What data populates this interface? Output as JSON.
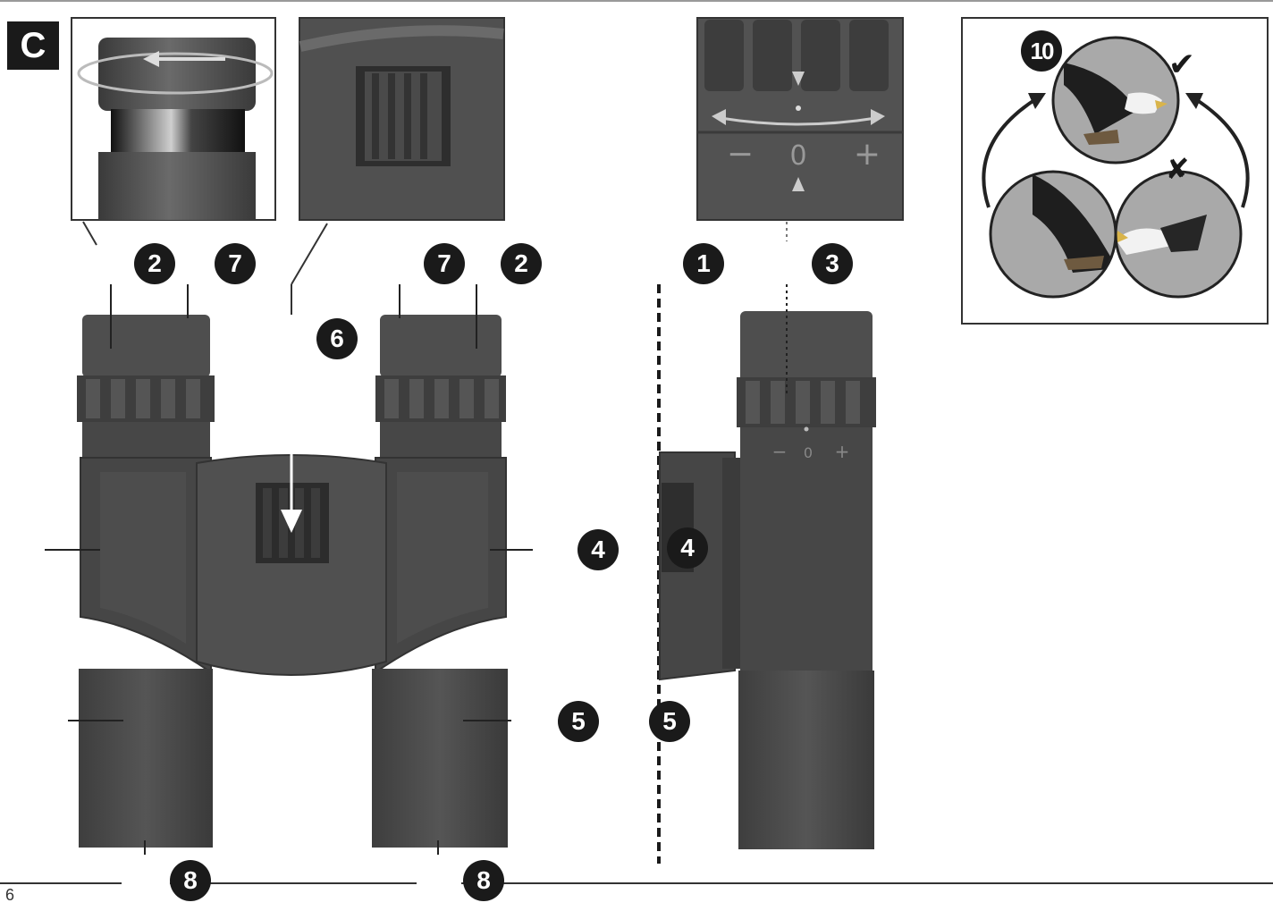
{
  "figure": {
    "section_letter": "C",
    "page_number": "6"
  },
  "callouts": {
    "c1": "1",
    "c2a": "2",
    "c2b": "2",
    "c3": "3",
    "c4a": "4",
    "c4b": "4",
    "c5a": "5",
    "c5b": "5",
    "c6": "6",
    "c7a": "7",
    "c7b": "7",
    "c8a": "8",
    "c8b": "8",
    "c10": "10"
  },
  "diopter_scale": {
    "minus": "−",
    "zero": "0",
    "plus": "+"
  },
  "side_scale": {
    "minus": "−",
    "zero": "0",
    "plus": "+"
  },
  "alignment": {
    "correct_mark": "✔",
    "wrong_mark": "✘"
  },
  "colors": {
    "body": "#4b4b4b",
    "body_dark": "#333333",
    "body_light": "#5c5c5c",
    "callout": "#1a1a1a",
    "scene_bg": "#a9a9a9"
  }
}
